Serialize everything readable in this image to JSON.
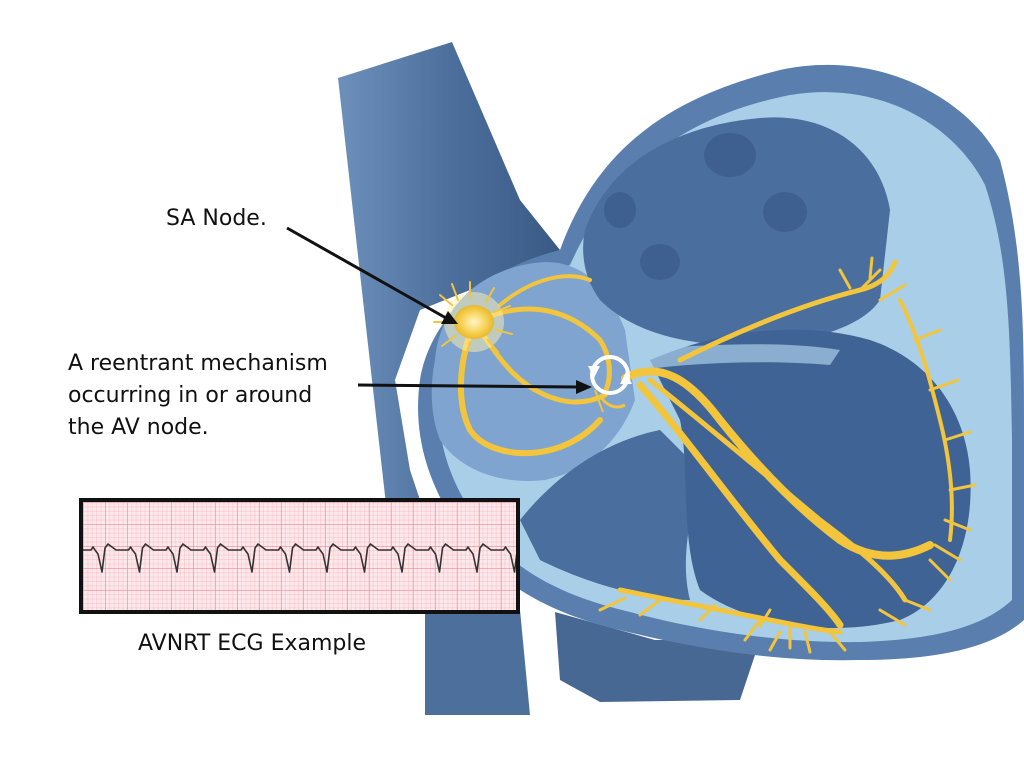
{
  "labels": {
    "sa_node": "SA Node.",
    "reentrant_line1": "A reentrant mechanism",
    "reentrant_line2": "occurring in or around",
    "reentrant_line3": "the AV node.",
    "ecg_caption": "AVNRT ECG Example"
  },
  "colors": {
    "heart_dark": "#3d5f8a",
    "heart_mid": "#5a7fae",
    "heart_light": "#a9cfe8",
    "conduction": "#f2c53d",
    "ecg_trace": "#333333"
  }
}
